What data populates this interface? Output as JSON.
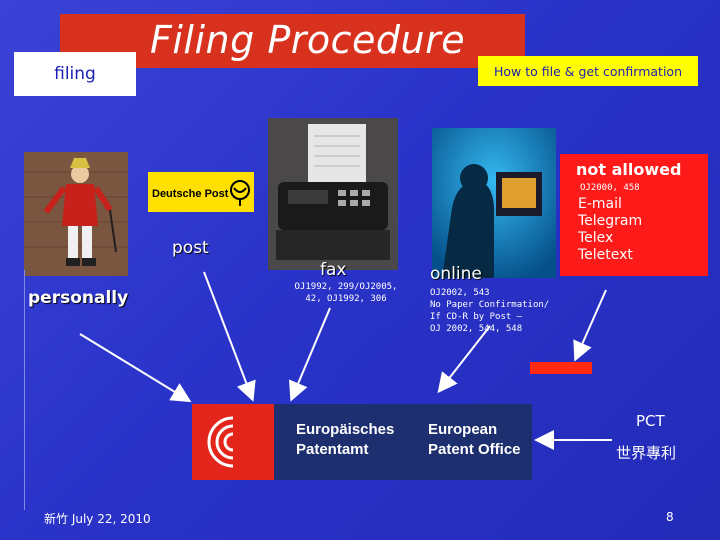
{
  "slide": {
    "title": "Filing Procedure",
    "subtitle_label": "filing",
    "howto": "How to file & get confirmation",
    "accent_red": "#d8321f",
    "accent_yellow": "#ffff00",
    "background": "#2a33c9"
  },
  "methods": {
    "personally": "personally",
    "post": "post",
    "post_logo_text": "Deutsche Post",
    "fax": "fax",
    "fax_refs": "OJ1992, 299/OJ2005, 42, OJ1992, 306",
    "online": "online",
    "online_notes": [
      "OJ2002, 543",
      "No Paper Confirmation/",
      "If CD-R by Post –",
      "OJ 2002, 544, 548"
    ]
  },
  "not_allowed": {
    "header": "not allowed",
    "ref": "OJ2000, 458",
    "items": [
      "E-mail",
      "Telegram",
      "Telex",
      "Teletext"
    ]
  },
  "epo": {
    "german_line1": "Europäisches",
    "german_line2": "Patentamt",
    "english_line1": "European",
    "english_line2": "Patent Office"
  },
  "pct": {
    "label": "PCT",
    "chinese": "世界專利"
  },
  "footer": {
    "date": "新竹 July 22, 2010",
    "page": "8"
  }
}
